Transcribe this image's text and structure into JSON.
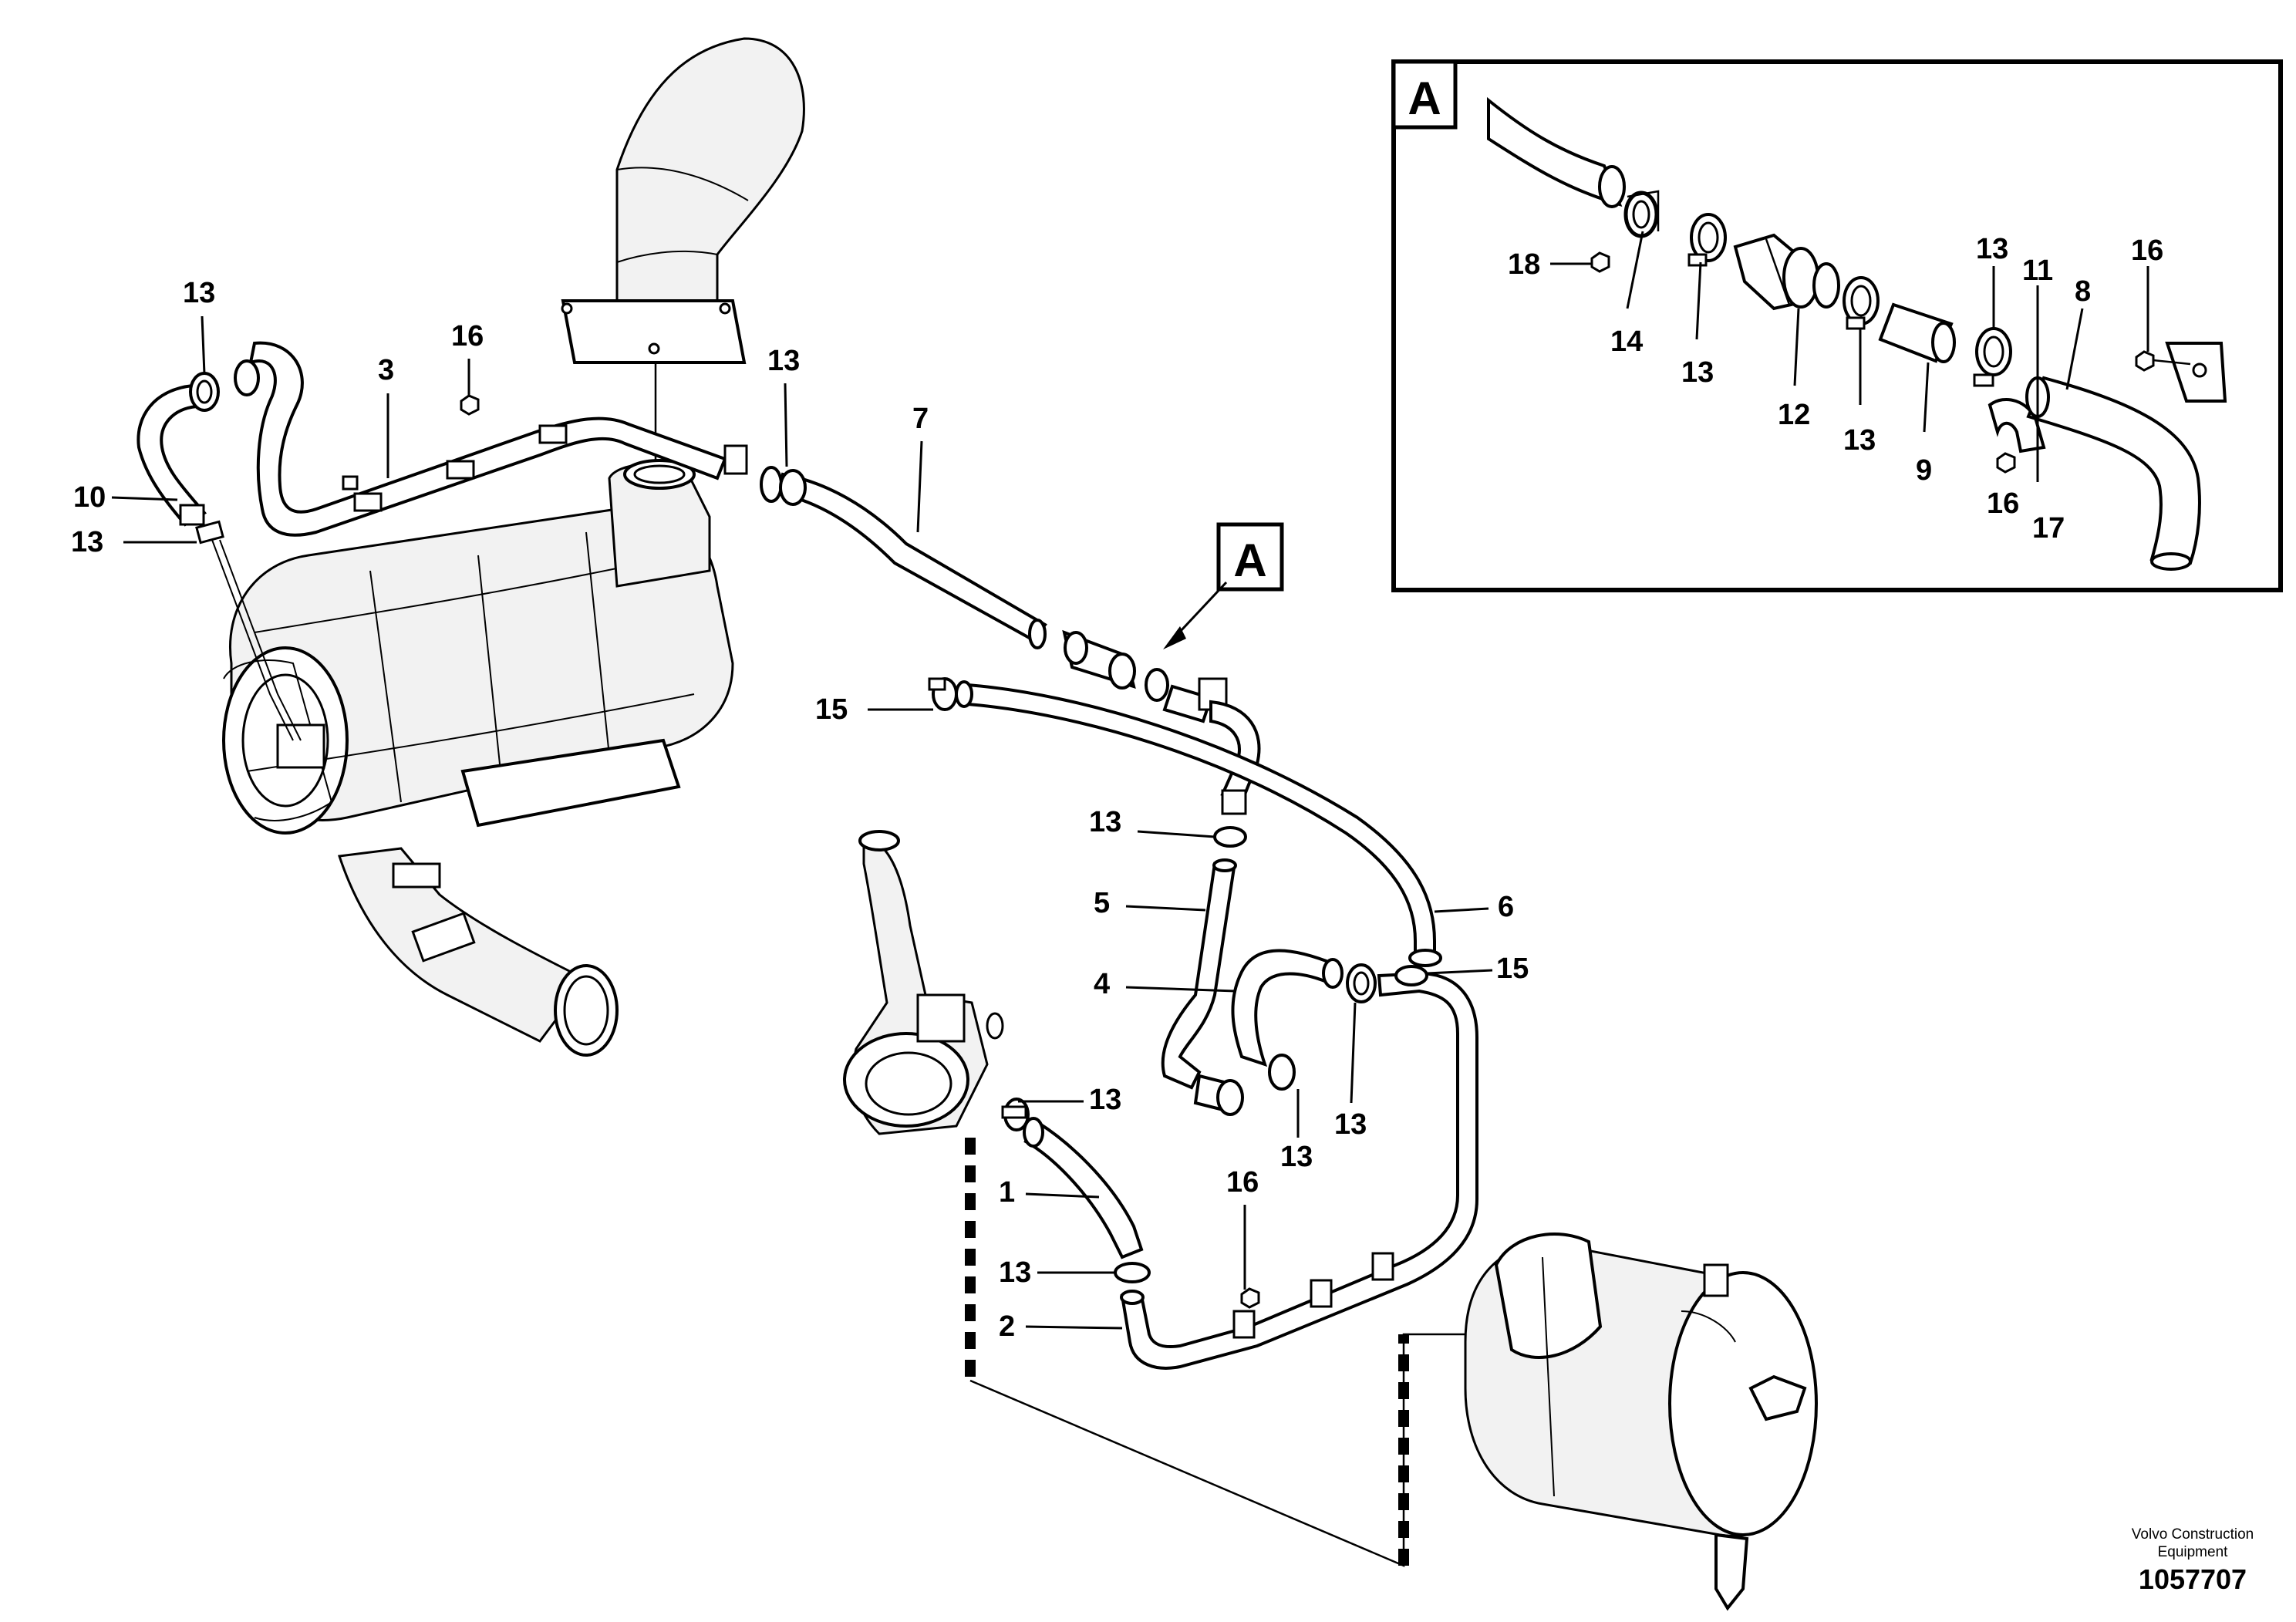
{
  "detail_view": {
    "label": "A",
    "callouts": [
      "18",
      "14",
      "13",
      "12",
      "13",
      "9",
      "13",
      "11",
      "8",
      "16",
      "16",
      "17"
    ]
  },
  "main_view": {
    "callouts": [
      "13",
      "3",
      "16",
      "13",
      "7",
      "10",
      "13",
      "15",
      "13",
      "5",
      "4",
      "6",
      "15",
      "13",
      "13",
      "13",
      "1",
      "16",
      "13",
      "2"
    ],
    "detail_reference_label": "A"
  },
  "footer": {
    "company_line1": "Volvo Construction",
    "company_line2": "Equipment",
    "document_number": "1057707"
  }
}
